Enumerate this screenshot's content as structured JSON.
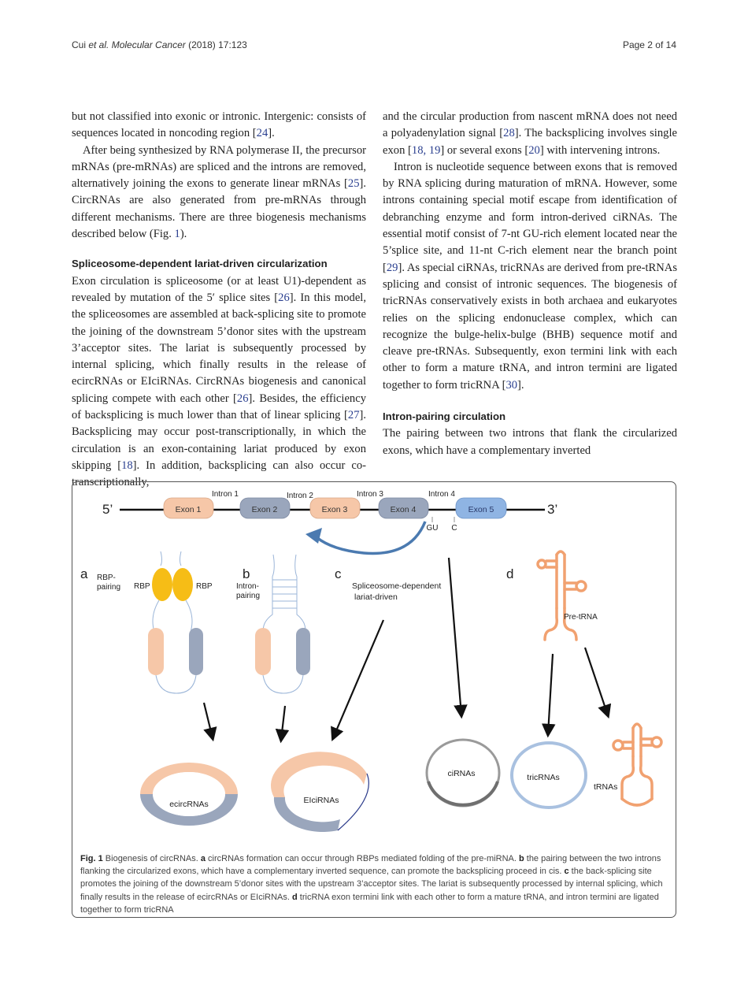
{
  "header": {
    "citation_authors": "Cui ",
    "citation_etal": "et al.",
    "citation_journal": "Molecular Cancer",
    "citation_rest": " (2018) 17:123",
    "page": "Page 2 of 14"
  },
  "left_col": {
    "p1": "but not classified into exonic or intronic. Intergenic: consists of sequences located in noncoding region [24].",
    "p2": "After being synthesized by RNA polymerase II, the precursor mRNAs (pre-mRNAs) are spliced and the introns are removed, alternatively joining the exons to generate linear mRNAs [25]. CircRNAs are also generated from pre-mRNAs through different mechanisms. There are three biogenesis mechanisms described below (Fig. 1).",
    "h1": "Spliceosome-dependent lariat-driven circularization",
    "p3": "Exon circulation is spliceosome (or at least U1)-dependent as revealed by mutation of the 5′ splice sites [26]. In this model, the spliceosomes are assembled at back-splicing site to promote the joining of the downstream 5’donor sites with the upstream 3’acceptor sites. The lariat is subsequently processed by internal splicing, which finally results in the release of ecircRNAs or EIciRNAs. CircRNAs biogenesis and canonical splicing compete with each other [26]. Besides, the efficiency of backsplicing is much lower than that of linear splicing [27]. Backsplicing may occur post-transcriptionally, in which the circulation is an exon-containing lariat produced by exon skipping [18]. In addition, backsplicing can also occur co-transcriptionally,"
  },
  "right_col": {
    "p1": "and the circular production from nascent mRNA does not need a polyadenylation signal [28]. The backsplicing involves single exon [18, 19] or several exons [20] with intervening introns.",
    "p2": "Intron is nucleotide sequence between exons that is removed by RNA splicing during maturation of mRNA. However, some introns containing special motif escape from identification of debranching enzyme and form intron-derived ciRNAs. The essential motif consist of 7-nt GU-rich element located near the 5’splice site, and 11-nt C-rich element near the branch point [29]. As special ciRNAs, tricRNAs are derived from pre-tRNAs splicing and consist of intronic sequences. The biogenesis of tricRNAs conservatively exists in both archaea and eukaryotes relies on the splicing endonuclease complex, which can recognize the bulge-helix-bulge (BHB) sequence motif and cleave pre-tRNAs. Subsequently, exon termini link with each other to form a mature tRNA, and intron termini are ligated together to form tricRNA [30].",
    "h1": "Intron-pairing circulation",
    "p3": "The pairing between two introns that flank the circularized exons, which have a complementary inverted"
  },
  "figure": {
    "five_prime": "5’",
    "three_prime": "3’",
    "exons": [
      "Exon 1",
      "Exon 2",
      "Exon 3",
      "Exon 4",
      "Exon 5"
    ],
    "introns": [
      "Intron 1",
      "Intron 2",
      "Intron 3",
      "Intron 4"
    ],
    "gu": "GU",
    "c": "C",
    "panel_a": "a",
    "panel_b": "b",
    "panel_c": "c",
    "panel_d": "d",
    "rbp_pairing_1": "RBP-",
    "rbp_pairing_2": "pairing",
    "rbp": "RBP",
    "intron_pairing_1": "Intron-",
    "intron_pairing_2": "pairing",
    "spliceosome_1": "Spliceosome-dependent",
    "spliceosome_2": "lariat-driven",
    "pre_trna": "Pre-tRNA",
    "ecircrnas": "ecircRNAs",
    "eicirnas": "EIciRNAs",
    "cirnas": "ciRNAs",
    "tricrnas": "tricRNAs",
    "trnas": "tRNAs",
    "caption_fig": "Fig. 1",
    "caption_t1": " Biogenesis of circRNAs. ",
    "caption_a": "a",
    "caption_t2": " circRNAs formation can occur through RBPs mediated folding of the pre-miRNA. ",
    "caption_b": "b",
    "caption_t3": " the pairing between the two introns flanking the circularized exons, which have a complementary inverted sequence, can promote the backsplicing proceed in cis. ",
    "caption_c": "c",
    "caption_t4": " the back-splicing site promotes the joining of the downstream 5’donor sites with the upstream 3’acceptor sites. The lariat is subsequently processed by internal splicing, which finally results in the release of ecircRNAs or EIciRNAs. ",
    "caption_d": "d",
    "caption_t5": " tricRNA exon termini link with each other to form a mature tRNA, and intron termini are ligated together to form tricRNA"
  },
  "colors": {
    "exon_orange": "#f6c7a8",
    "exon_blue": "#9aa6bc",
    "exon5_blue": "#8fb4e3",
    "rbp_yellow": "#f6bd16",
    "trna_orange": "#f1a170",
    "link_blue": "#2a3f8f"
  }
}
